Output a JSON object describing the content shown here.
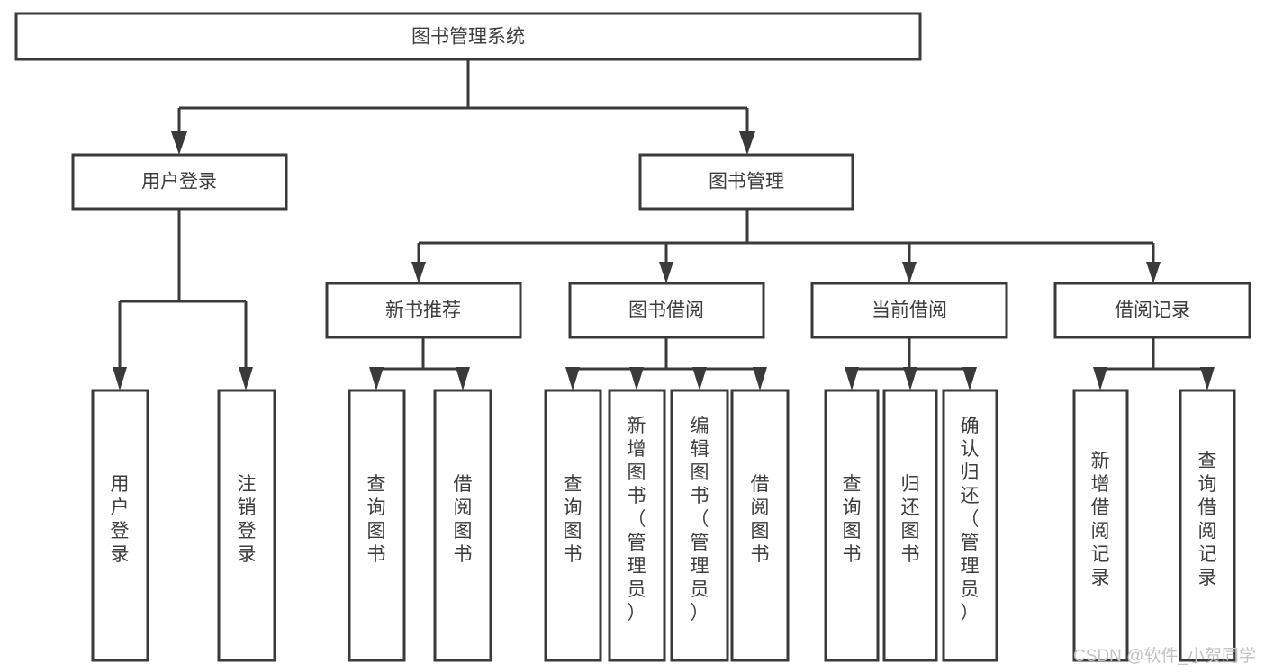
{
  "diagram": {
    "title": "图书管理系统",
    "type": "tree-hierarchy-diagram",
    "orientation": "top-down",
    "style": {
      "box_fill": "#ffffff",
      "box_stroke": "#3a3a3a",
      "text_color": "#3d3d3d",
      "connector_color": "#3a3a3a",
      "background": "#ffffff"
    },
    "nodes": {
      "root": {
        "label": "图书管理系统",
        "level": 0,
        "orientation": "horizontal"
      },
      "n1": {
        "label": "用户登录",
        "level": 1,
        "orientation": "horizontal"
      },
      "n2": {
        "label": "图书管理",
        "level": 1,
        "orientation": "horizontal"
      },
      "n3": {
        "label": "新书推荐",
        "level": 2,
        "orientation": "horizontal"
      },
      "n4": {
        "label": "图书借阅",
        "level": 2,
        "orientation": "horizontal"
      },
      "n5": {
        "label": "当前借阅",
        "level": 2,
        "orientation": "horizontal"
      },
      "n6": {
        "label": "借阅记录",
        "level": 2,
        "orientation": "horizontal"
      },
      "l1": {
        "label": "用户登录",
        "level": 3,
        "orientation": "vertical"
      },
      "l2": {
        "label": "注销登录",
        "level": 3,
        "orientation": "vertical"
      },
      "l3": {
        "label": "查询图书",
        "level": 3,
        "orientation": "vertical"
      },
      "l4": {
        "label": "借阅图书",
        "level": 3,
        "orientation": "vertical"
      },
      "l5": {
        "label": "查询图书",
        "level": 3,
        "orientation": "vertical"
      },
      "l6": {
        "label": "新增图书（管理员）",
        "level": 3,
        "orientation": "vertical"
      },
      "l7": {
        "label": "编辑图书（管理员）",
        "level": 3,
        "orientation": "vertical"
      },
      "l8": {
        "label": "借阅图书",
        "level": 3,
        "orientation": "vertical"
      },
      "l9": {
        "label": "查询图书",
        "level": 3,
        "orientation": "vertical"
      },
      "l10": {
        "label": "归还图书",
        "level": 3,
        "orientation": "vertical"
      },
      "l11": {
        "label": "确认归还（管理员）",
        "level": 3,
        "orientation": "vertical"
      },
      "l12": {
        "label": "新增借阅记录",
        "level": 3,
        "orientation": "vertical"
      },
      "l13": {
        "label": "查询借阅记录",
        "level": 3,
        "orientation": "vertical"
      }
    },
    "edges": [
      {
        "from": "root",
        "to": "n1"
      },
      {
        "from": "root",
        "to": "n2"
      },
      {
        "from": "n2",
        "to": "n3"
      },
      {
        "from": "n2",
        "to": "n4"
      },
      {
        "from": "n2",
        "to": "n5"
      },
      {
        "from": "n2",
        "to": "n6"
      },
      {
        "from": "n1",
        "to": "l1"
      },
      {
        "from": "n1",
        "to": "l2"
      },
      {
        "from": "n3",
        "to": "l3"
      },
      {
        "from": "n3",
        "to": "l4"
      },
      {
        "from": "n4",
        "to": "l5"
      },
      {
        "from": "n4",
        "to": "l6"
      },
      {
        "from": "n4",
        "to": "l7"
      },
      {
        "from": "n4",
        "to": "l8"
      },
      {
        "from": "n5",
        "to": "l9"
      },
      {
        "from": "n5",
        "to": "l10"
      },
      {
        "from": "n5",
        "to": "l11"
      },
      {
        "from": "n6",
        "to": "l12"
      },
      {
        "from": "n6",
        "to": "l13"
      }
    ]
  },
  "watermark": {
    "text": "CSDN @软件_小贺同学"
  }
}
